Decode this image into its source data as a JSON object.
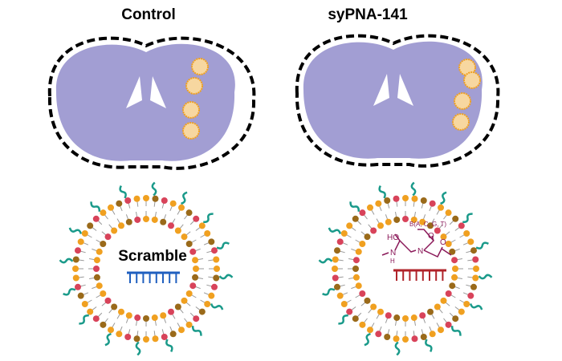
{
  "panels": [
    {
      "title": "Control",
      "label": "Scramble",
      "strand_color": "#1f5fbf"
    },
    {
      "title": "syPNA-141",
      "strand_color": "#b0232a",
      "structure": {
        "base": "B(A, C, G, T)",
        "hydroxyl": "HO",
        "amine_n": "N",
        "amine_h": "H",
        "backbone_n": "N",
        "carbonyl_o1": "O",
        "carbonyl_o2": "O"
      }
    }
  ],
  "colors": {
    "tissue": "#8b86c8",
    "outline": "#000000",
    "lipid_head_1": "#f0a020",
    "lipid_head_2": "#d8435a",
    "lipid_head_3": "#9a6a1a",
    "peg": "#1a9a8a",
    "structure": "#8b1a5a"
  }
}
